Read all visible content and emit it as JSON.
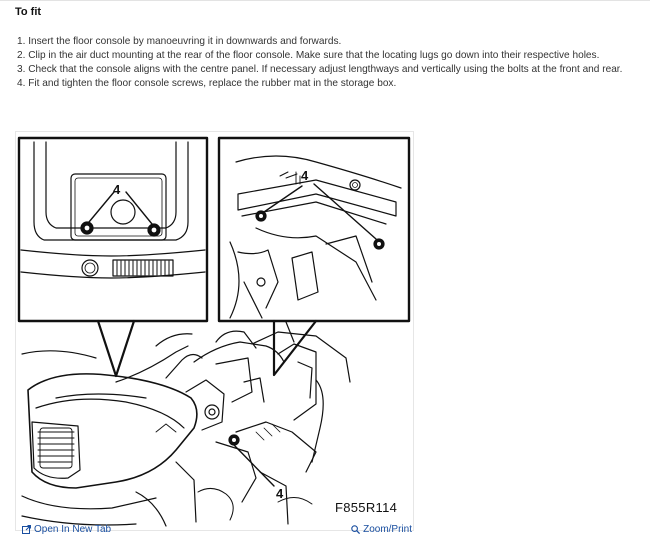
{
  "section": {
    "heading": "To fit"
  },
  "steps": [
    "1. Insert the floor console by manoeuvring it in downwards and forwards.",
    "2. Clip in the air duct mounting at the rear of the floor console. Make sure that the locating lugs go down into their respective holes.",
    "3. Check that the console aligns with the centre panel. If necessary adjust lengthways and vertically using the bolts at the front and rear.",
    "4. Fit and tighten the floor console screws, replace the rubber mat in the storage box."
  ],
  "figure": {
    "callout_left": "4",
    "callout_right": "4",
    "callout_bottom": "4",
    "code": "F855R114"
  },
  "toolbar": {
    "open_label": "Open In New Tab",
    "zoom_label": "Zoom/Print",
    "open_icon": "external-link-icon",
    "zoom_icon": "magnifier-icon"
  },
  "colors": {
    "link": "#1a4fa0",
    "line": "#111111"
  }
}
